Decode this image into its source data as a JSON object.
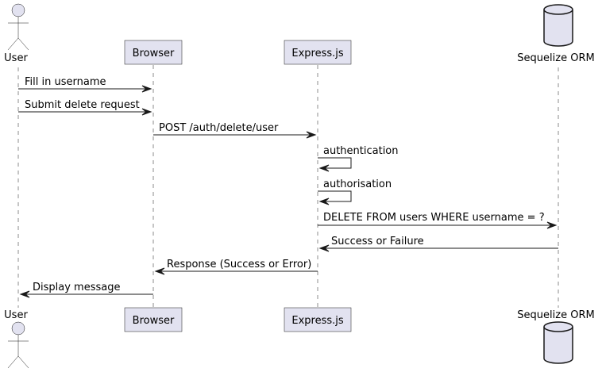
{
  "participants": {
    "user": "User",
    "browser": "Browser",
    "express": "Express.js",
    "orm": "Sequelize ORM"
  },
  "messages": [
    "Fill in username",
    "Submit delete request",
    "POST /auth/delete/user",
    "authentication",
    "authorisation",
    "DELETE FROM users WHERE username = ?",
    "Success or Failure",
    "Response (Success or Error)",
    "Display message"
  ],
  "colors": {
    "participant_fill": "#e2e2f0",
    "line": "#181818"
  },
  "icons": {
    "user": "actor-stick-figure",
    "orm": "database-cylinder"
  }
}
